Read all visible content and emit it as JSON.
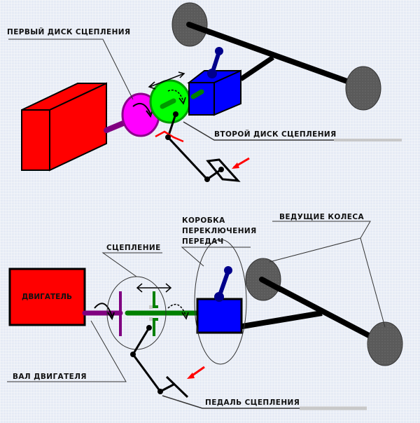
{
  "top_diagram": {
    "labels": {
      "first_disc": "ПЕРВЫЙ ДИСК СЦЕПЛЕНИЯ",
      "second_disc": "ВТОРОЙ ДИСК СЦЕПЛЕНИЯ"
    }
  },
  "bottom_diagram": {
    "labels": {
      "engine": "ДВИГАТЕЛЬ",
      "clutch": "СЦЕПЛЕНИЕ",
      "gearbox_line1": "КОРОБКА",
      "gearbox_line2": "ПЕРЕКЛЮЧЕНИЯ",
      "gearbox_line3": "ПЕРЕДАЧ",
      "drive_wheels": "ВЕДУЩИЕ КОЛЕСА",
      "engine_shaft": "ВАЛ ДВИГАТЕЛЯ",
      "clutch_pedal": "ПЕДАЛЬ СЦЕПЛЕНИЯ"
    }
  },
  "colors": {
    "engine": "#ff0000",
    "first_disc": "#ff00ff",
    "first_disc_border": "#8b008b",
    "second_disc": "#00ff00",
    "second_disc_border": "#009900",
    "gearbox": "#0000ff",
    "lever": "#00008b",
    "engine_shaft": "#800080",
    "gear_shaft": "#008000",
    "wheel": "#5a5a5a",
    "force_arrow": "#ff0000"
  }
}
